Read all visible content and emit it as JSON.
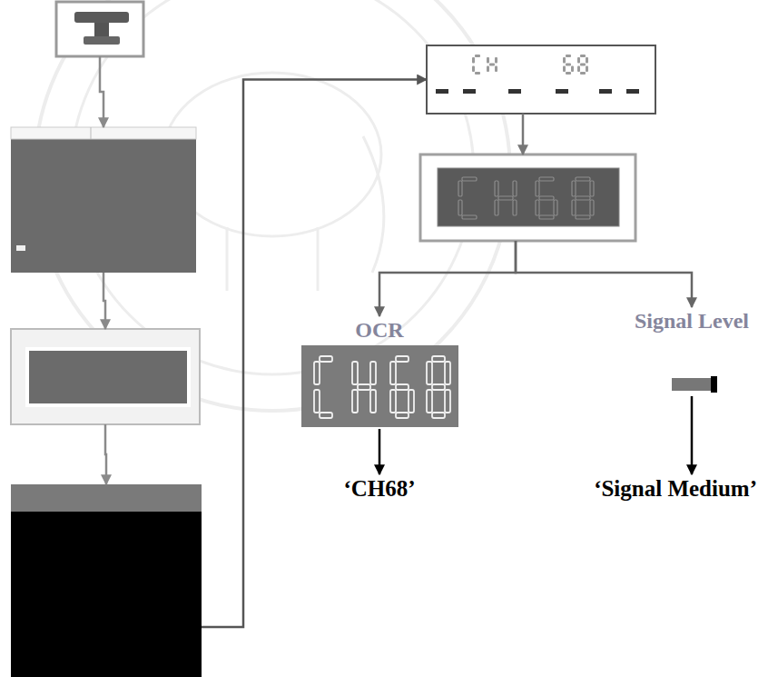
{
  "diagram": {
    "nodes": [
      {
        "text": []
      },
      {
        "text": []
      },
      {
        "text": []
      },
      {
        "text": []
      },
      {
        "text": []
      },
      {
        "text": []
      },
      {
        "text": [
          "OCR"
        ]
      },
      {
        "text": [
          "Signal Level"
        ]
      },
      {
        "text": [
          "‘CH68’"
        ]
      },
      {
        "text": [
          "‘Signal Medium’"
        ]
      }
    ],
    "edges": [
      {
        "from": 0,
        "to": 1,
        "arrow": "to"
      },
      {
        "from": 1,
        "to": 2,
        "arrow": "to"
      },
      {
        "from": 2,
        "to": 3,
        "arrow": "to"
      },
      {
        "from": 3,
        "to": 4,
        "arrow": "to"
      },
      {
        "from": 4,
        "to": 5,
        "arrow": "to"
      },
      {
        "from": 5,
        "to": 6,
        "arrow": "to"
      },
      {
        "from": 5,
        "to": 7,
        "arrow": "to"
      },
      {
        "from": 6,
        "to": 8,
        "arrow": "to"
      },
      {
        "from": 7,
        "to": 9,
        "arrow": "to"
      }
    ]
  }
}
